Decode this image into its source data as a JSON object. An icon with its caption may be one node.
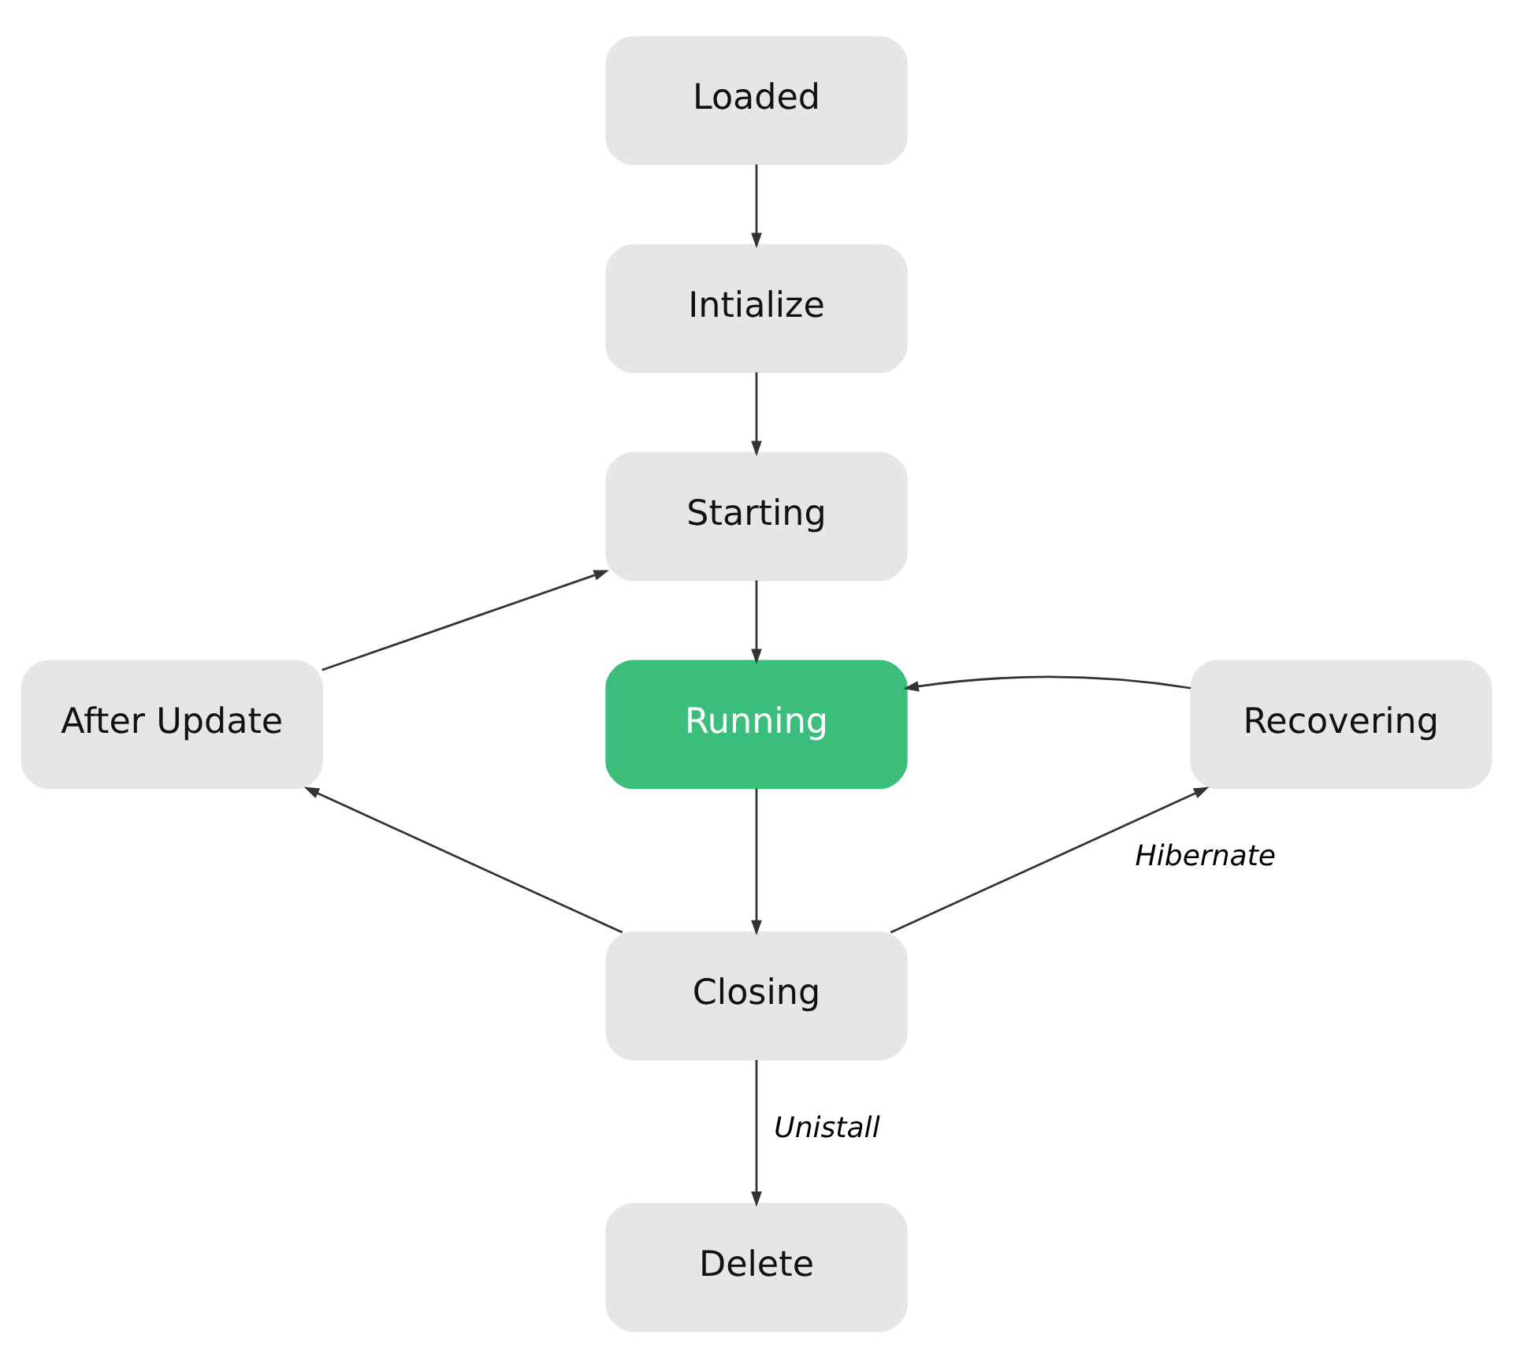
{
  "diagram": {
    "nodes": [
      {
        "text": [
          "Loaded"
        ]
      },
      {
        "text": [
          "Intialize"
        ]
      },
      {
        "text": [
          "Starting"
        ]
      },
      {
        "text": [
          "After Update"
        ]
      },
      {
        "text": [
          "Running"
        ]
      },
      {
        "text": [
          "Recovering"
        ]
      },
      {
        "text": [
          "Closing"
        ]
      },
      {
        "text": [
          "Delete"
        ]
      }
    ],
    "edges": [
      {
        "from": 0,
        "to": 1,
        "arrow": "to"
      },
      {
        "from": 1,
        "to": 2,
        "arrow": "to"
      },
      {
        "from": 2,
        "to": 4,
        "arrow": "to"
      },
      {
        "from": 3,
        "to": 2,
        "arrow": "to"
      },
      {
        "from": 5,
        "to": 4,
        "arrow": "to"
      },
      {
        "from": 6,
        "to": 3,
        "arrow": "to"
      },
      {
        "from": 4,
        "to": 6,
        "arrow": "to"
      },
      {
        "from": 6,
        "to": 5,
        "label": "Hibernate",
        "arrow": "to"
      },
      {
        "from": 6,
        "to": 7,
        "label": "Unistall",
        "arrow": "to"
      }
    ]
  }
}
